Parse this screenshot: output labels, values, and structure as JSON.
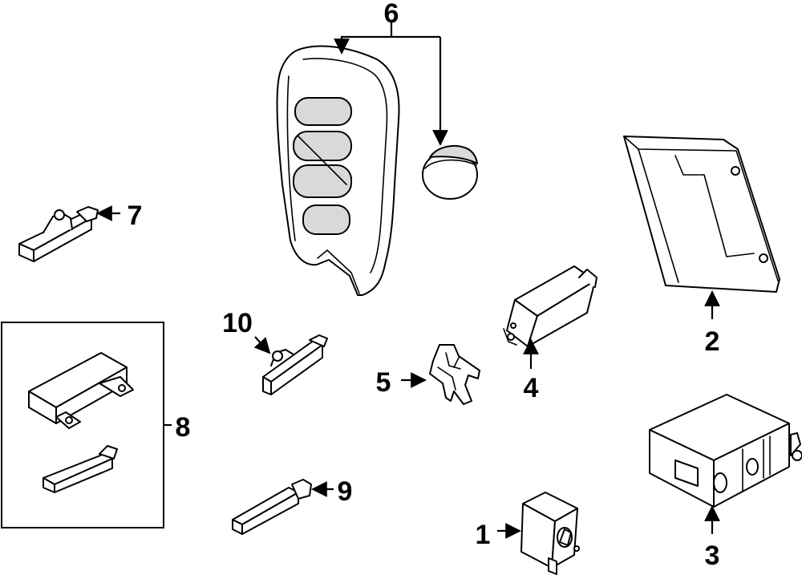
{
  "callouts": {
    "c1": "1",
    "c2": "2",
    "c3": "3",
    "c4": "4",
    "c5": "5",
    "c6": "6",
    "c7": "7",
    "c8": "8",
    "c9": "9",
    "c10": "10"
  },
  "colors": {
    "line": "#000000",
    "background": "#ffffff",
    "shading": "#d9d9d9"
  }
}
